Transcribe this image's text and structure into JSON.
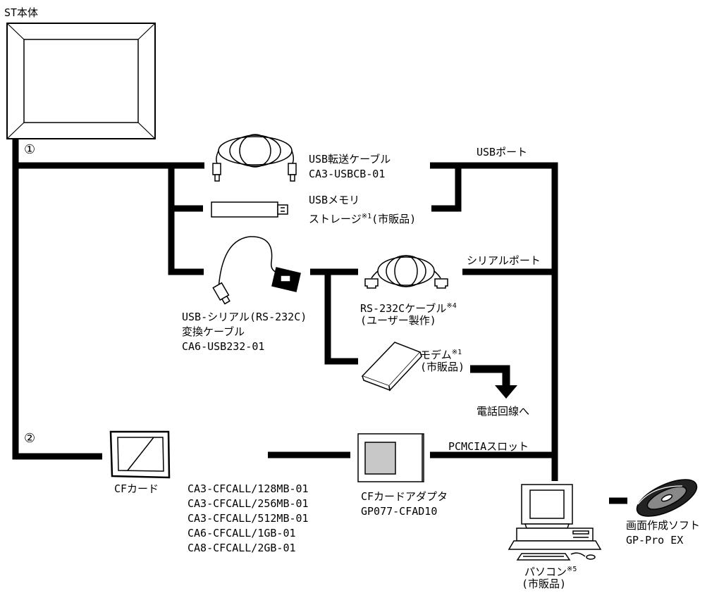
{
  "st_unit": {
    "label": "ST本体"
  },
  "markers": {
    "m1": "①",
    "m2": "②"
  },
  "usb_cable": {
    "name": "USB転送ケーブル",
    "model": "CA3-USBCB-01"
  },
  "usb_port": {
    "label": "USBポート"
  },
  "usb_memory": {
    "line1": "USBメモリ",
    "line2a": "ストレージ",
    "note": "※1",
    "line2b": "(市販品)"
  },
  "usb_serial": {
    "line1": "USB-シリアル(RS-232C)",
    "line2": "変換ケーブル",
    "model": "CA6-USB232-01"
  },
  "rs232_cable": {
    "name": "RS-232Cケーブル",
    "note": "※4",
    "sub": "(ユーザー製作)"
  },
  "serial_port": {
    "label": "シリアルポート"
  },
  "modem": {
    "name": "モデム",
    "note": "※1",
    "sub": "(市販品)"
  },
  "phone_line": {
    "label": "電話回線へ"
  },
  "cf_card": {
    "label": "CFカード"
  },
  "cf_models": [
    "CA3-CFCALL/128MB-01",
    "CA3-CFCALL/256MB-01",
    "CA3-CFCALL/512MB-01",
    "CA6-CFCALL/1GB-01",
    "CA8-CFCALL/2GB-01"
  ],
  "cf_adapter": {
    "name": "CFカードアダプタ",
    "model": "GP077-CFAD10"
  },
  "pcmcia": {
    "label": "PCMCIAスロット"
  },
  "pc": {
    "name": "パソコン",
    "note": "※5",
    "sub": "(市販品)"
  },
  "software": {
    "name": "画面作成ソフト",
    "product": "GP-Pro EX"
  }
}
